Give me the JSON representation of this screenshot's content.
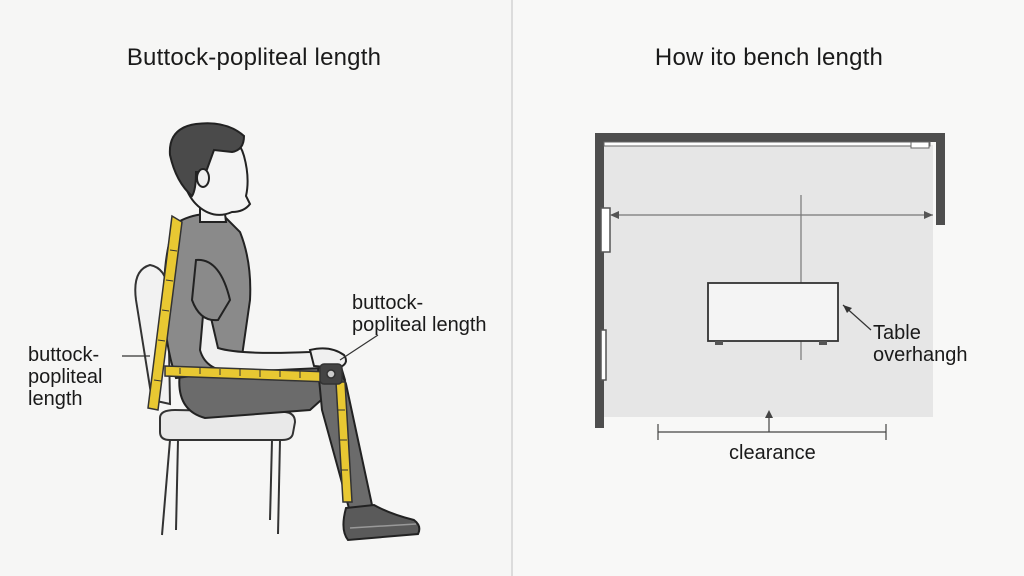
{
  "left_panel": {
    "title": "Buttock-popliteal length",
    "label_left": "buttock-\npopliteal\nlength",
    "label_right": "buttock-\npopliteal length"
  },
  "right_panel": {
    "title": "How ito bench length",
    "table_overhang_label": "Table\noverhangh",
    "clearance_label": "clearance"
  }
}
